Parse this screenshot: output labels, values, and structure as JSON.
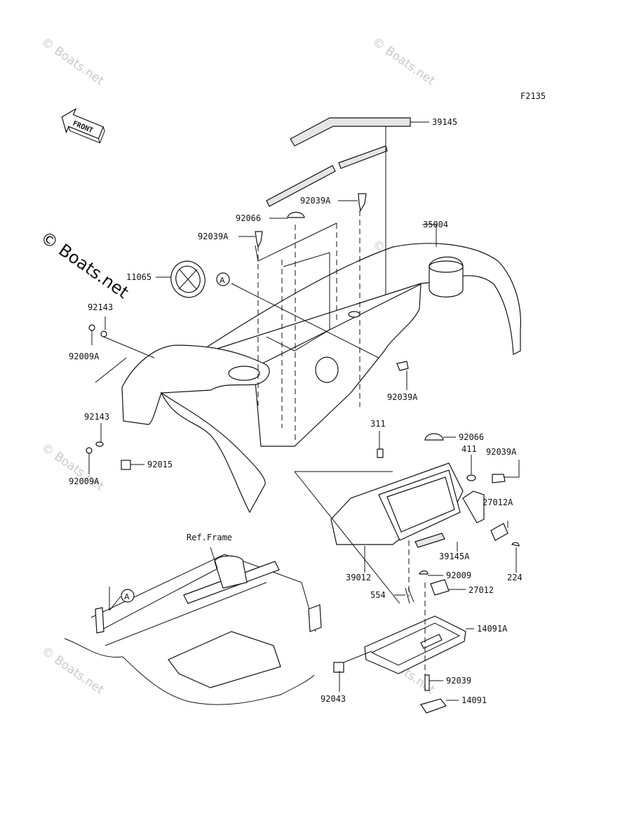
{
  "figure_code": "F2135",
  "watermark": "© Boats.net",
  "front_label": "FRONT",
  "ref_frame": "Ref.Frame",
  "ref_marker": "A",
  "parts": [
    "39145",
    "92039A",
    "92066",
    "35004",
    "92039A",
    "11065",
    "92143",
    "92009A",
    "92039A",
    "92143",
    "92009A",
    "92015",
    "311",
    "92066",
    "411",
    "92039A",
    "27012A",
    "39012",
    "39145A",
    "224",
    "92009",
    "554",
    "27012",
    "14091A",
    "92039",
    "92043",
    "14091"
  ]
}
